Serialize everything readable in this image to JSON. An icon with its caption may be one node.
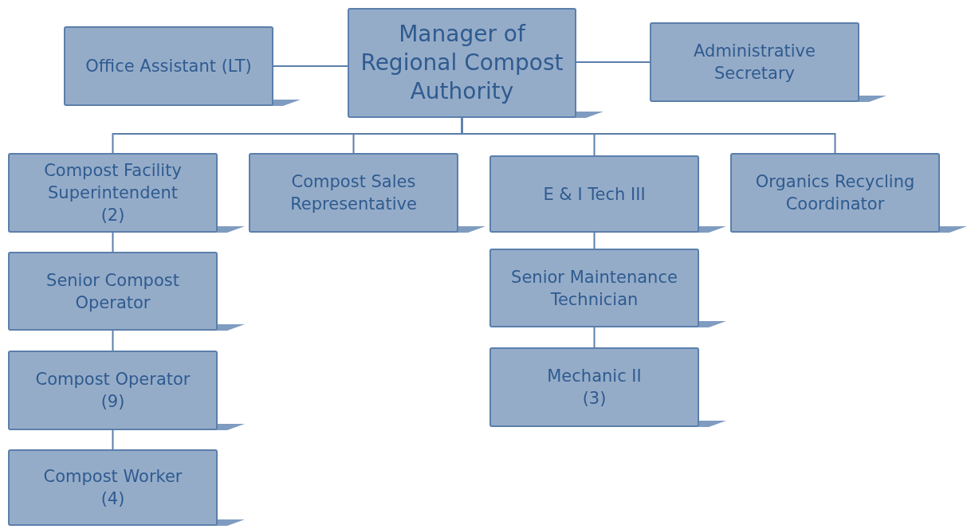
{
  "diagram": {
    "nodes": [
      {
        "text": [
          "Manager of Regional Compost Authority"
        ]
      },
      {
        "text": [
          "Office Assistant (LT)"
        ]
      },
      {
        "text": [
          "Administrative Secretary"
        ]
      },
      {
        "text": [
          "Compost Facility Superintendent",
          "(2)"
        ]
      },
      {
        "text": [
          "Compost Sales Representative"
        ]
      },
      {
        "text": [
          "E & I Tech III"
        ]
      },
      {
        "text": [
          "Organics Recycling Coordinator"
        ]
      },
      {
        "text": [
          "Senior Compost Operator"
        ]
      },
      {
        "text": [
          "Compost Operator",
          "(9)"
        ]
      },
      {
        "text": [
          "Compost Worker",
          "(4)"
        ]
      },
      {
        "text": [
          "Senior Maintenance Technician"
        ]
      },
      {
        "text": [
          "Mechanic II",
          "(3)"
        ]
      }
    ],
    "edges": [
      {
        "from": 0,
        "to": 1,
        "arrow": "none"
      },
      {
        "from": 0,
        "to": 2,
        "arrow": "none"
      },
      {
        "from": 0,
        "to": 3,
        "arrow": "none"
      },
      {
        "from": 0,
        "to": 4,
        "arrow": "none"
      },
      {
        "from": 0,
        "to": 5,
        "arrow": "none"
      },
      {
        "from": 0,
        "to": 6,
        "arrow": "none"
      },
      {
        "from": 3,
        "to": 7,
        "arrow": "none"
      },
      {
        "from": 7,
        "to": 8,
        "arrow": "none"
      },
      {
        "from": 8,
        "to": 9,
        "arrow": "none"
      },
      {
        "from": 5,
        "to": 10,
        "arrow": "none"
      },
      {
        "from": 10,
        "to": 11,
        "arrow": "none"
      }
    ]
  }
}
